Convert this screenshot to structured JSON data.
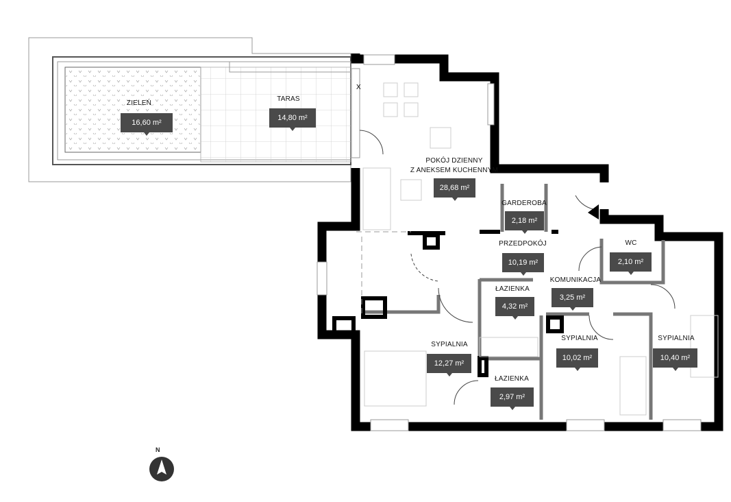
{
  "rooms": [
    {
      "name": "ZIELEŃ",
      "area": "16,60 m²"
    },
    {
      "name": "TARAS",
      "area": "14,80 m²"
    },
    {
      "name": "POKÓJ DZIENNY",
      "name2": "Z ANEKSEM KUCHENNYM",
      "area": "28,68 m²"
    },
    {
      "name": "GARDEROBA",
      "area": "2,18 m²"
    },
    {
      "name": "PRZEDPOKÓJ",
      "area": "10,19 m²"
    },
    {
      "name": "WC",
      "area": "2,10 m²"
    },
    {
      "name": "KOMUNIKACJA",
      "area": "3,25 m²"
    },
    {
      "name": "ŁAZIENKA",
      "area": "4,32 m²"
    },
    {
      "name": "SYPIALNIA",
      "area": "12,27 m²"
    },
    {
      "name": "SYPIALNIA",
      "area": "10,02 m²"
    },
    {
      "name": "SYPIALNIA",
      "area": "10,40 m²"
    },
    {
      "name": "ŁAZIENKA",
      "area": "2,97 m²"
    }
  ],
  "compass": {
    "label": "N"
  },
  "window_mark": "X",
  "colors": {
    "wall": "#000000",
    "label_box": "#4a4a4a",
    "inner_wall": "#777777"
  }
}
